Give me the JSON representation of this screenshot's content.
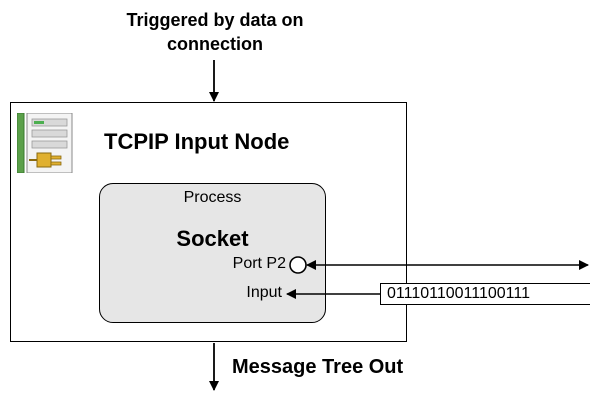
{
  "trigger": {
    "label_line1": "Triggered by data on",
    "label_line2": "connection"
  },
  "node": {
    "title": "TCPIP Input Node",
    "icon": "tcpip-server-plug-icon"
  },
  "process": {
    "label": "Process",
    "socket_label": "Socket",
    "port_label": "Port P2",
    "input_label": "Input"
  },
  "binary_stream": {
    "value": "01110110011100111"
  },
  "output": {
    "label": "Message Tree Out"
  },
  "colors": {
    "process_fill": "#e6e6e6",
    "icon_green": "#5ba04a",
    "icon_plug": "#e0b030"
  }
}
